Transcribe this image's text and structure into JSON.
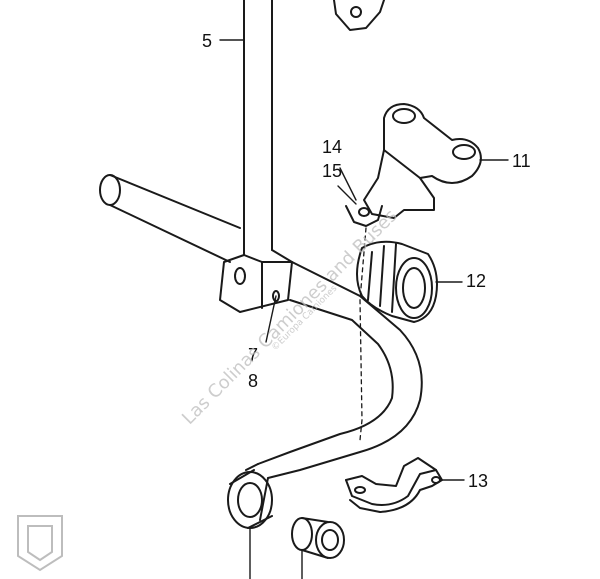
{
  "callouts": {
    "c5": "5",
    "c14": "14",
    "c15": "15",
    "c11": "11",
    "c12": "12",
    "c7": "7",
    "c8": "8",
    "c13": "13"
  },
  "watermark": {
    "main": "Las Colinas Camiones and Buses",
    "sub": "©Europa Camiones"
  },
  "colors": {
    "line": "#1a1a1a",
    "watermark": "#bdbdbd"
  }
}
